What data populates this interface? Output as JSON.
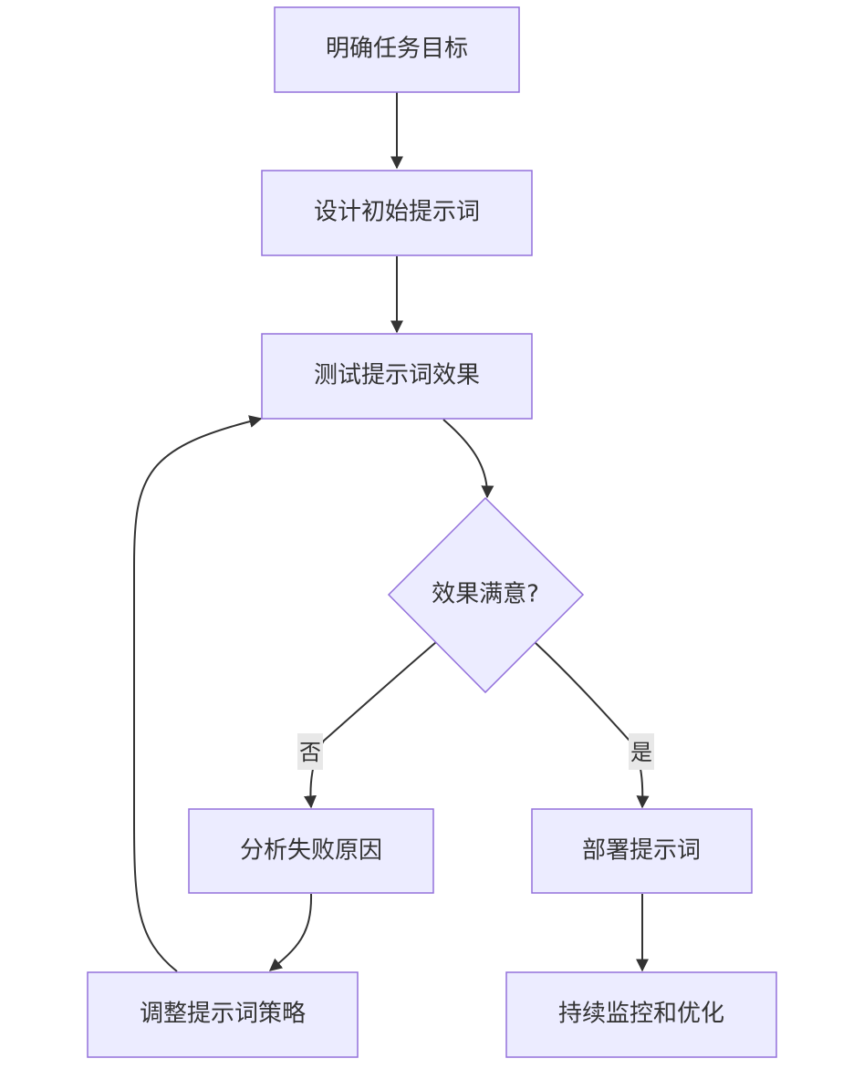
{
  "nodes": {
    "define_goal": "明确任务目标",
    "design_prompt": "设计初始提示词",
    "test_prompt": "测试提示词效果",
    "satisfied": "效果满意?",
    "analyze_failure": "分析失败原因",
    "deploy_prompt": "部署提示词",
    "adjust_strategy": "调整提示词策略",
    "monitor_optimize": "持续监控和优化"
  },
  "edge_labels": {
    "no": "否",
    "yes": "是"
  },
  "colors": {
    "node_fill": "#ECECFF",
    "node_stroke": "#9370DB",
    "edge": "#333333",
    "label_bg": "#e8e8e8"
  }
}
